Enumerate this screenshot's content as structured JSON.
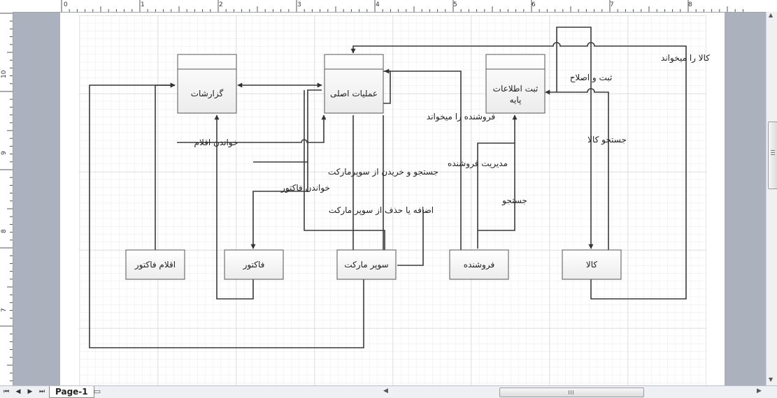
{
  "ruler": {
    "top_numbers": [
      "0",
      "1",
      "2",
      "3",
      "4",
      "5",
      "6",
      "7",
      "8"
    ],
    "left_numbers": [
      "10",
      "9",
      "8",
      "7"
    ]
  },
  "shapes": {
    "reports": "گزارشات",
    "main_ops": "عملیات اصلی",
    "base_info_line1": "ثبت اطلاعات",
    "base_info_line2": "پایه",
    "invoice_items": "اقلام فاکتور",
    "invoice": "فاکتور",
    "supermarket": "سوپر مارکت",
    "seller": "فروشنده",
    "goods": "کالا"
  },
  "labels": {
    "reads_goods": "کالا را میخواند",
    "register_edit": "ثبت و اصلاح",
    "reads_seller": "فروشنده را میخواند",
    "search_goods": "جستجو کالا",
    "read_items": "خواندن اقلام",
    "seller_mgmt": "مدیریت فروشنده",
    "search_buy": "جستجو و خریدن از سوپرمارکت",
    "read_invoice": "خواندن فاکتور",
    "search": "جستجو",
    "add_remove": "اضافه یا حذف از سوپر مارکت"
  },
  "tabs": {
    "page1": "Page-1"
  }
}
